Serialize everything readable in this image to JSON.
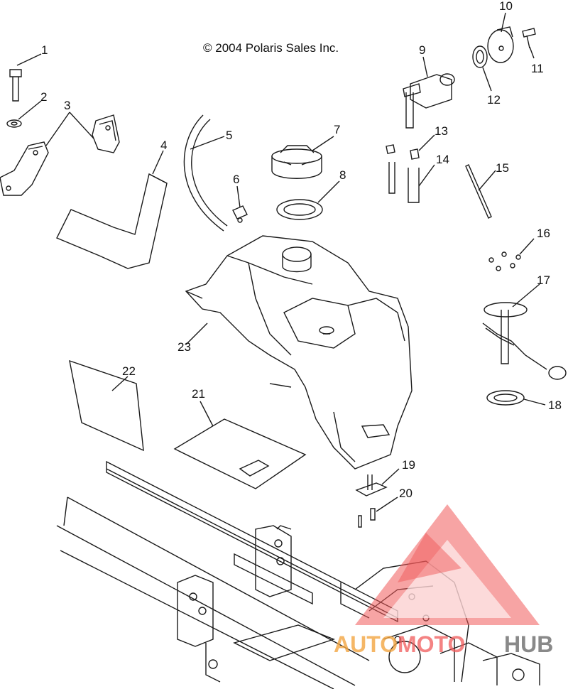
{
  "copyright": "© 2004 Polaris Sales Inc.",
  "callouts": [
    "1",
    "2",
    "3",
    "4",
    "5",
    "6",
    "7",
    "8",
    "9",
    "10",
    "11",
    "12",
    "13",
    "14",
    "15",
    "16",
    "17",
    "18",
    "19",
    "20",
    "21",
    "22",
    "23"
  ],
  "watermark": {
    "text_auto": "AUTO",
    "text_moto": "MOTO",
    "text_hub": "HUB",
    "color_red": "#f05a5a",
    "color_orange": "#f2a541",
    "color_gray": "#6b6b6b"
  },
  "line_color": "#1a1a1a"
}
